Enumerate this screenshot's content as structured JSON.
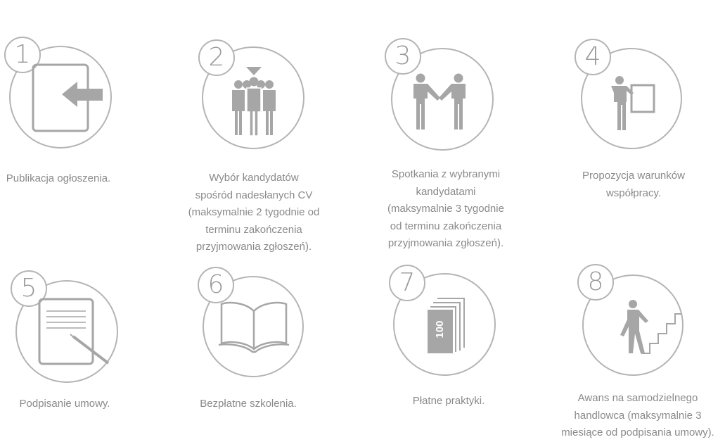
{
  "steps": [
    {
      "number": "1",
      "icon": "document-arrow-in-icon",
      "caption": "Publikacja ogłoszenia."
    },
    {
      "number": "2",
      "icon": "group-selection-icon",
      "caption": "Wybór kandydatów\nspośród nadesłanych CV\n(maksymalnie 2 tygodnie od\nterminu zakończenia\nprzyjmowania zgłoszeń)."
    },
    {
      "number": "3",
      "icon": "handshake-icon",
      "caption": "Spotkania z wybranymi\nkandydatami\n(maksymalnie 3 tygodnie\nod terminu zakończenia\nprzyjmowania zgłoszeń)."
    },
    {
      "number": "4",
      "icon": "presentation-board-icon",
      "caption": "Propozycja warunków\nwspółpracy."
    },
    {
      "number": "5",
      "icon": "contract-pen-icon",
      "caption": "Podpisanie umowy."
    },
    {
      "number": "6",
      "icon": "open-book-icon",
      "caption": "Bezpłatne szkolenia."
    },
    {
      "number": "7",
      "icon": "banknotes-icon",
      "caption": "Płatne praktyki.",
      "banknote_value": "100"
    },
    {
      "number": "8",
      "icon": "person-climbing-stairs-icon",
      "caption": "Awans na samodzielnego\nhandlowca (maksymalnie 3\nmiesiące od podpisania umowy)."
    }
  ]
}
